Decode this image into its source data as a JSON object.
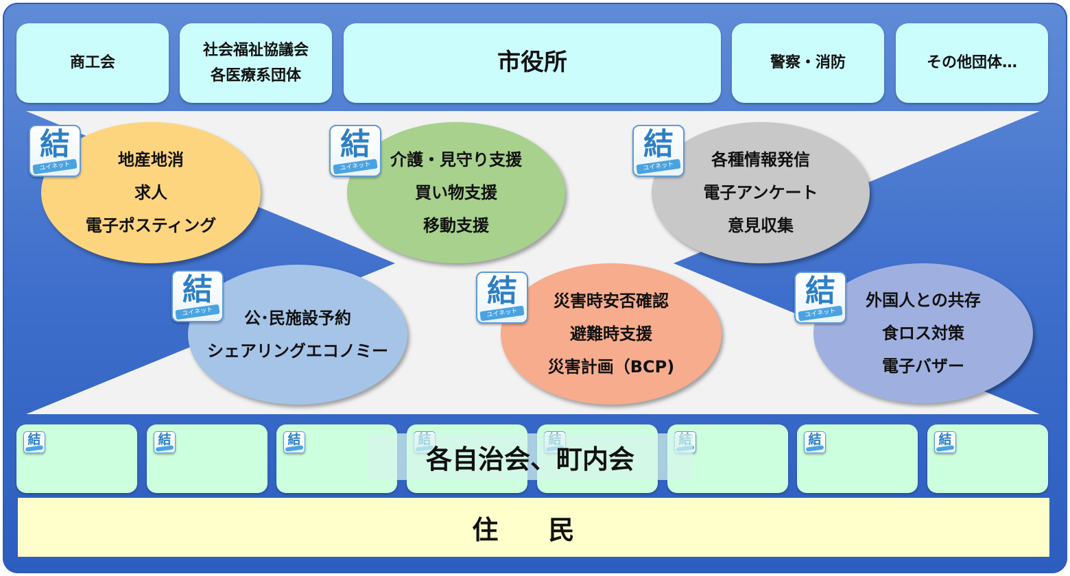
{
  "organizations": [
    {
      "label": "商工会"
    },
    {
      "label": "社会福祉協議会\n各医療系団体"
    },
    {
      "label": "市役所"
    },
    {
      "label": "警察・消防"
    },
    {
      "label": "その他団体…"
    }
  ],
  "services": [
    {
      "text": "地産地消\n求人\n電子ポスティング",
      "color": "#fdd57f"
    },
    {
      "text": "介護・見守り支援\n買い物支援\n移動支援",
      "color": "#a8d18d"
    },
    {
      "text": "各種情報発信\n電子アンケート\n意見収集",
      "color": "#c8c8c8"
    },
    {
      "text": "公･民施設予約\nシェアリングエコノミー",
      "color": "#a6c4e8"
    },
    {
      "text": "災害時安否確認\n避難時支援\n災害計画（BCP)",
      "color": "#f6ac8d"
    },
    {
      "text": "外国人との共存\n食ロス対策\n電子バザー",
      "color": "#9fb0e0"
    }
  ],
  "logo": {
    "kanji": "結",
    "ribbon": "ユイネット"
  },
  "associations": {
    "title": "各自治会、町内会",
    "count": 8
  },
  "residents": {
    "label": "住 民"
  }
}
